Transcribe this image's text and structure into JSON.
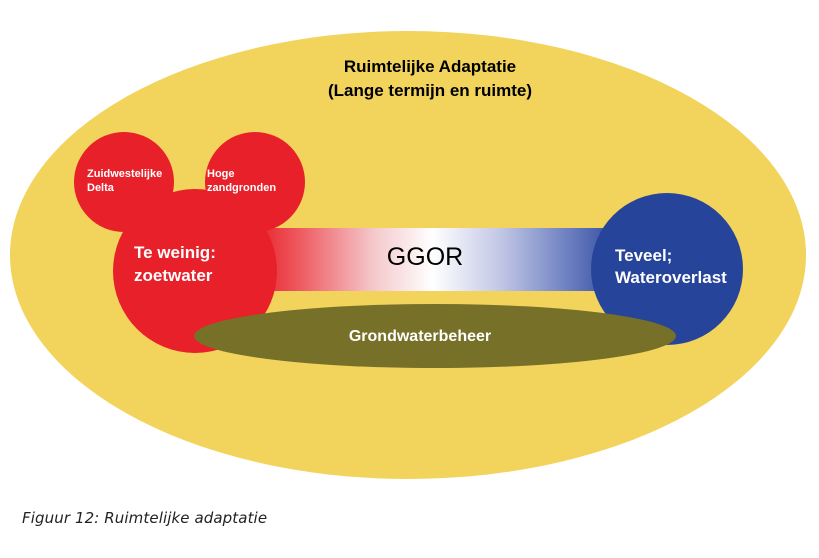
{
  "colors": {
    "outer_ellipse": "#f2d35c",
    "red": "#e8202a",
    "blue": "#26449a",
    "olive": "#767028",
    "title_text": "#000000",
    "white_text": "#ffffff"
  },
  "diagram": {
    "title_line1": "Ruimtelijke Adaptatie",
    "title_line2": "(Lange termijn en ruimte)",
    "small_circle_left": {
      "line1": "Zuidwestelijke",
      "line2": "Delta"
    },
    "small_circle_right": {
      "line1": "Hoge",
      "line2": "zandgronden"
    },
    "big_red_circle": {
      "line1": "Te weinig:",
      "line2": "zoetwater"
    },
    "bar_label": "GGOR",
    "blue_circle": {
      "line1": "Teveel;",
      "line2": "Wateroverlast"
    },
    "ground_ellipse_label": "Grondwaterbeheer"
  },
  "caption": "Figuur 12: Ruimtelijke adaptatie"
}
